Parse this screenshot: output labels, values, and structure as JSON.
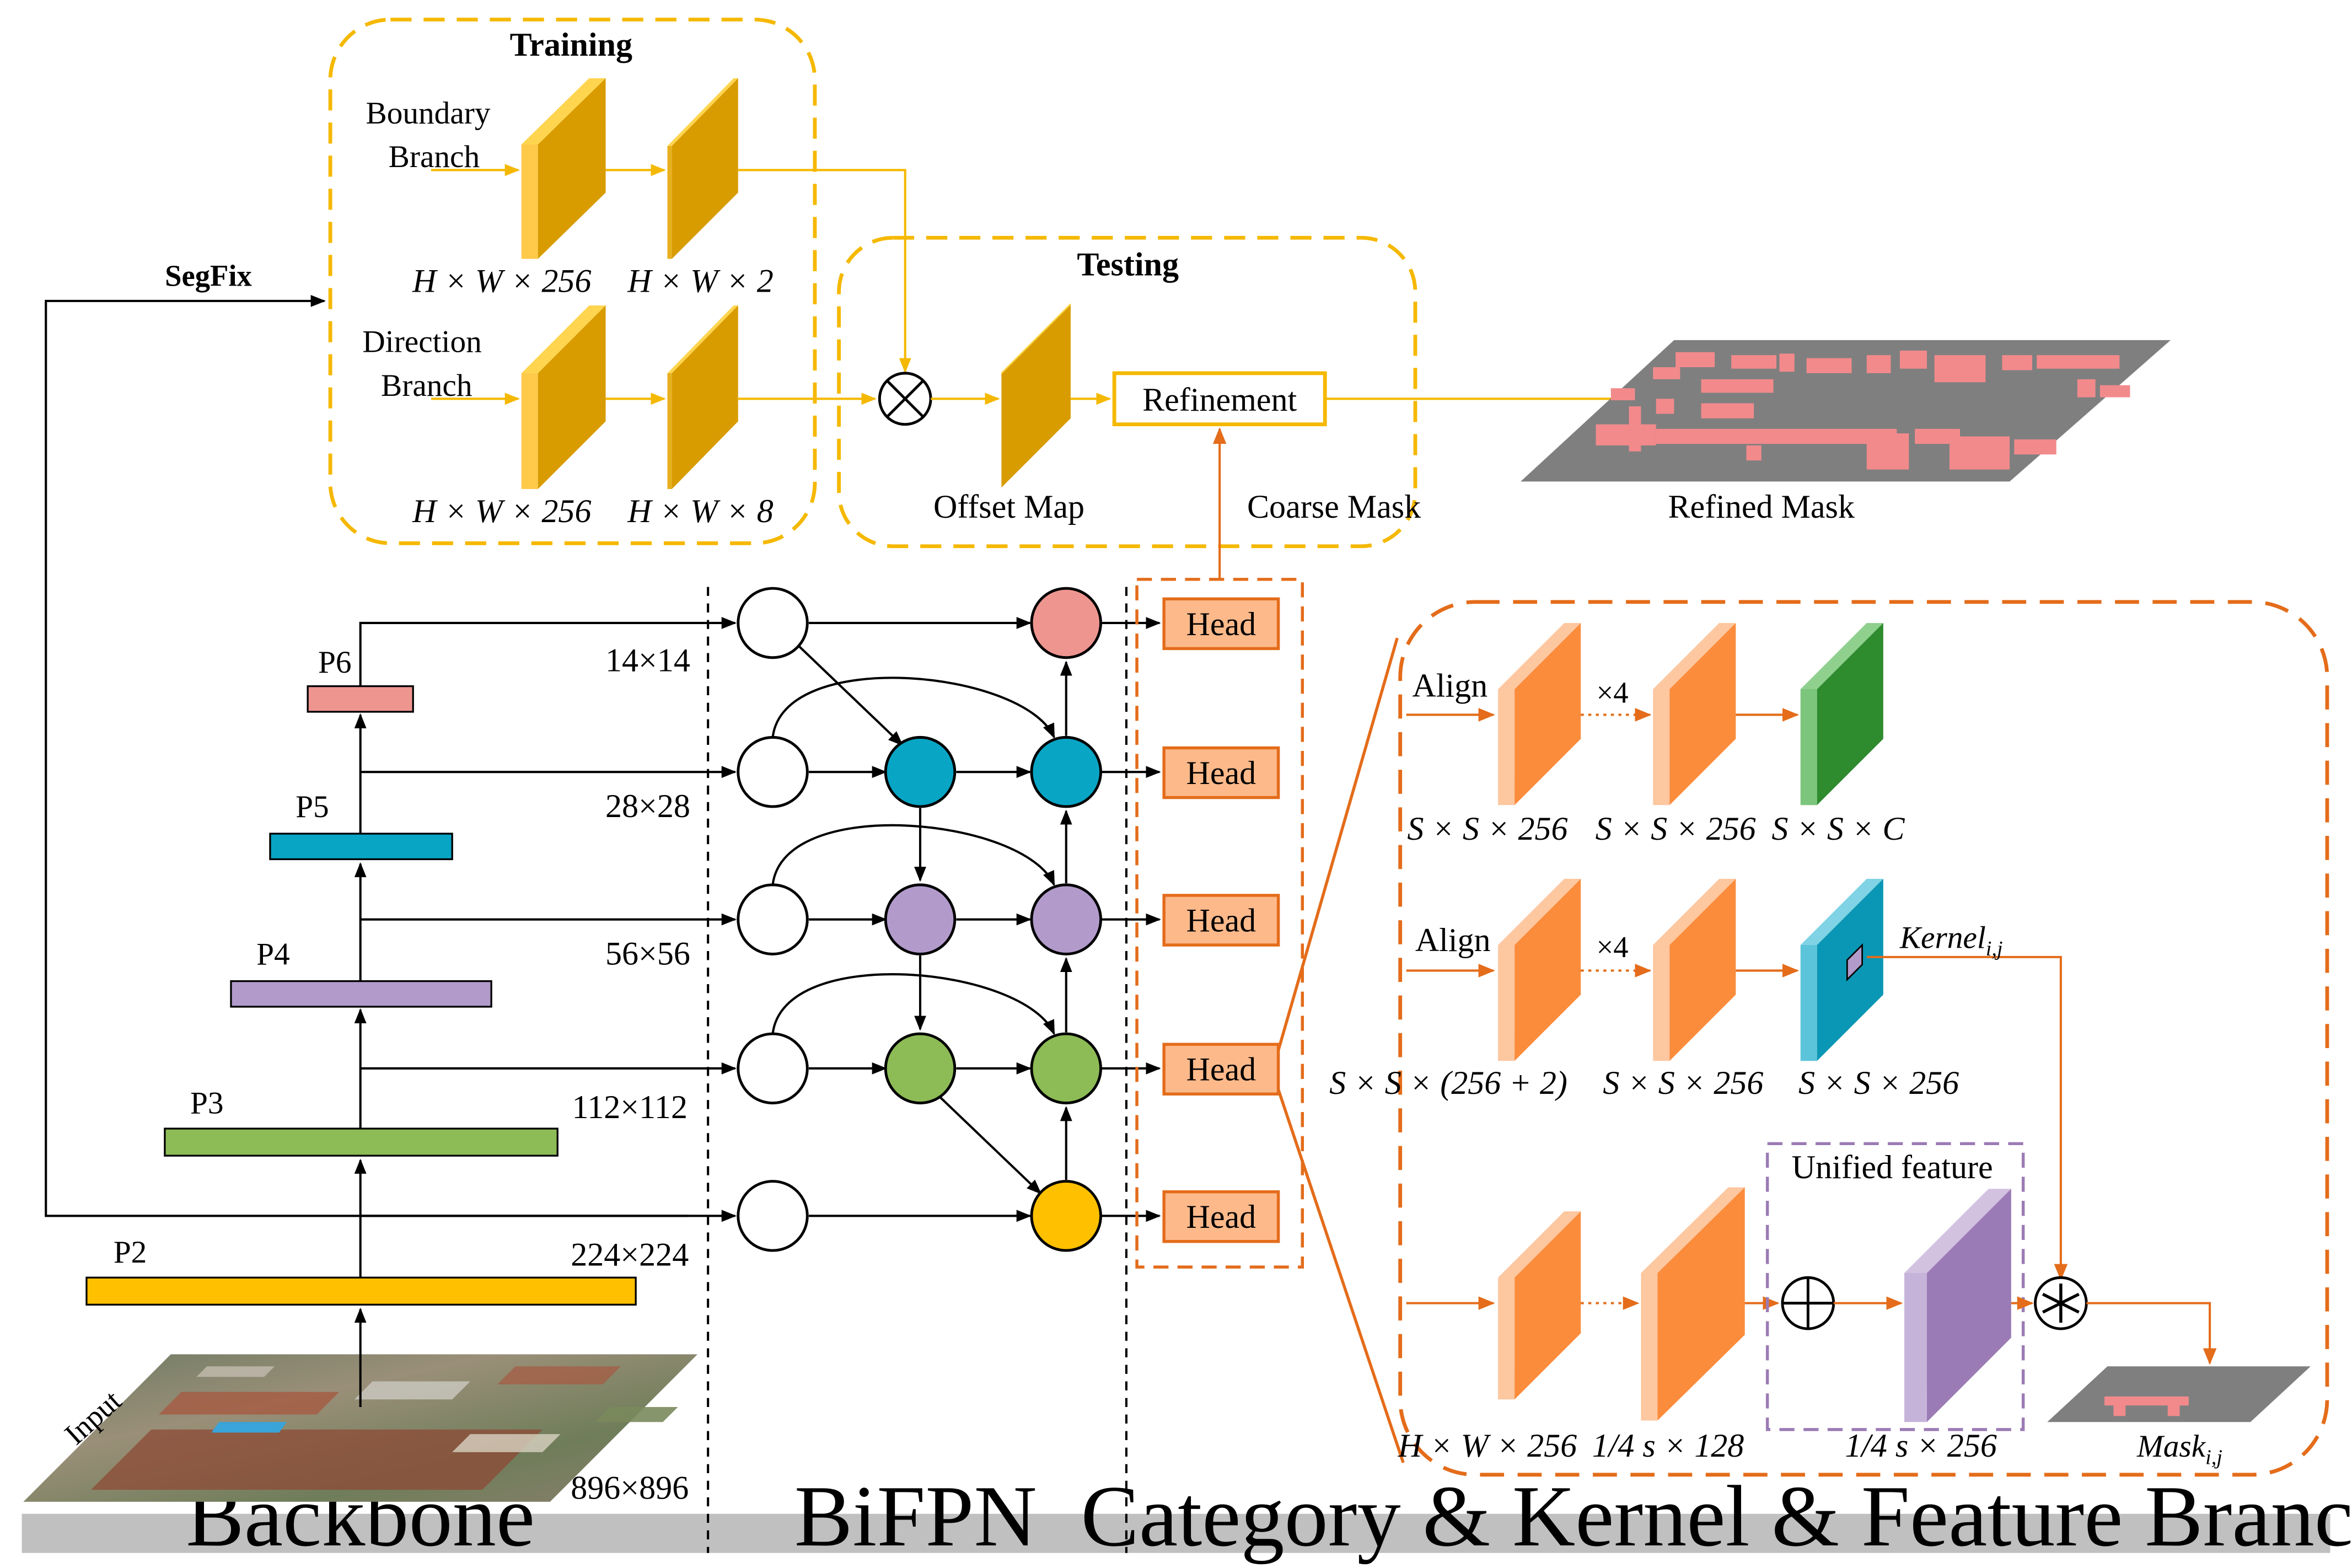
{
  "training": {
    "title": "Training",
    "boundary_branch": [
      "Boundary",
      "Branch"
    ],
    "direction_branch": [
      "Direction",
      "Branch"
    ],
    "boundary_dims": [
      "H × W × 256",
      "H × W × 2"
    ],
    "direction_dims": [
      "H × W × 256",
      "H × W × 8"
    ]
  },
  "testing": {
    "title": "Testing",
    "refinement": "Refinement",
    "offset_map": "Offset Map",
    "coarse_mask": "Coarse Mask"
  },
  "segfix": "SegFix",
  "refined_mask": "Refined Mask",
  "backbone": {
    "levels": [
      "P6",
      "P5",
      "P4",
      "P3",
      "P2"
    ],
    "sizes": [
      "14×14",
      "28×28",
      "56×56",
      "112×112",
      "224×224"
    ],
    "input_label": "Input",
    "input_size": "896×896"
  },
  "heads": [
    "Head",
    "Head",
    "Head",
    "Head",
    "Head"
  ],
  "branch": {
    "align1": "Align",
    "align2": "Align",
    "x4_1": "×4",
    "x4_2": "×4",
    "row1_dims": [
      "S × S × 256",
      "S × S × 256",
      "S × S × C"
    ],
    "row2_dims": [
      "S × S × (256 + 2)",
      "S × S × 256",
      "S × S × 256"
    ],
    "kernel": "Kernel",
    "kernel_sub": "i,j",
    "unified": "Unified feature",
    "row3_dims": [
      "H × W × 256",
      "1/4 s × 128",
      "1/4 s × 256"
    ],
    "mask": "Mask",
    "mask_sub": "i,j"
  },
  "bottom_bar": [
    "Backbone",
    "BiFPN",
    "Category & Kernel & Feature Branch"
  ],
  "colors": {
    "gold": "#D89C00",
    "gold_light": "#FFD54F",
    "orange": "#FB8C3C",
    "orange_light": "#FDC7A0",
    "orange_line": "#E46C1A",
    "yellow_line": "#F5B800",
    "p6": "#EE9590",
    "p5": "#08A5C5",
    "p4": "#B29BCB",
    "p3": "#8DBB56",
    "p2": "#FFC000",
    "green_cube": "#2E8B2E",
    "teal_cube": "#0997B5",
    "purple_cube": "#9B7BB5",
    "mask_pink": "#F28A8C",
    "grey": "#808080"
  }
}
